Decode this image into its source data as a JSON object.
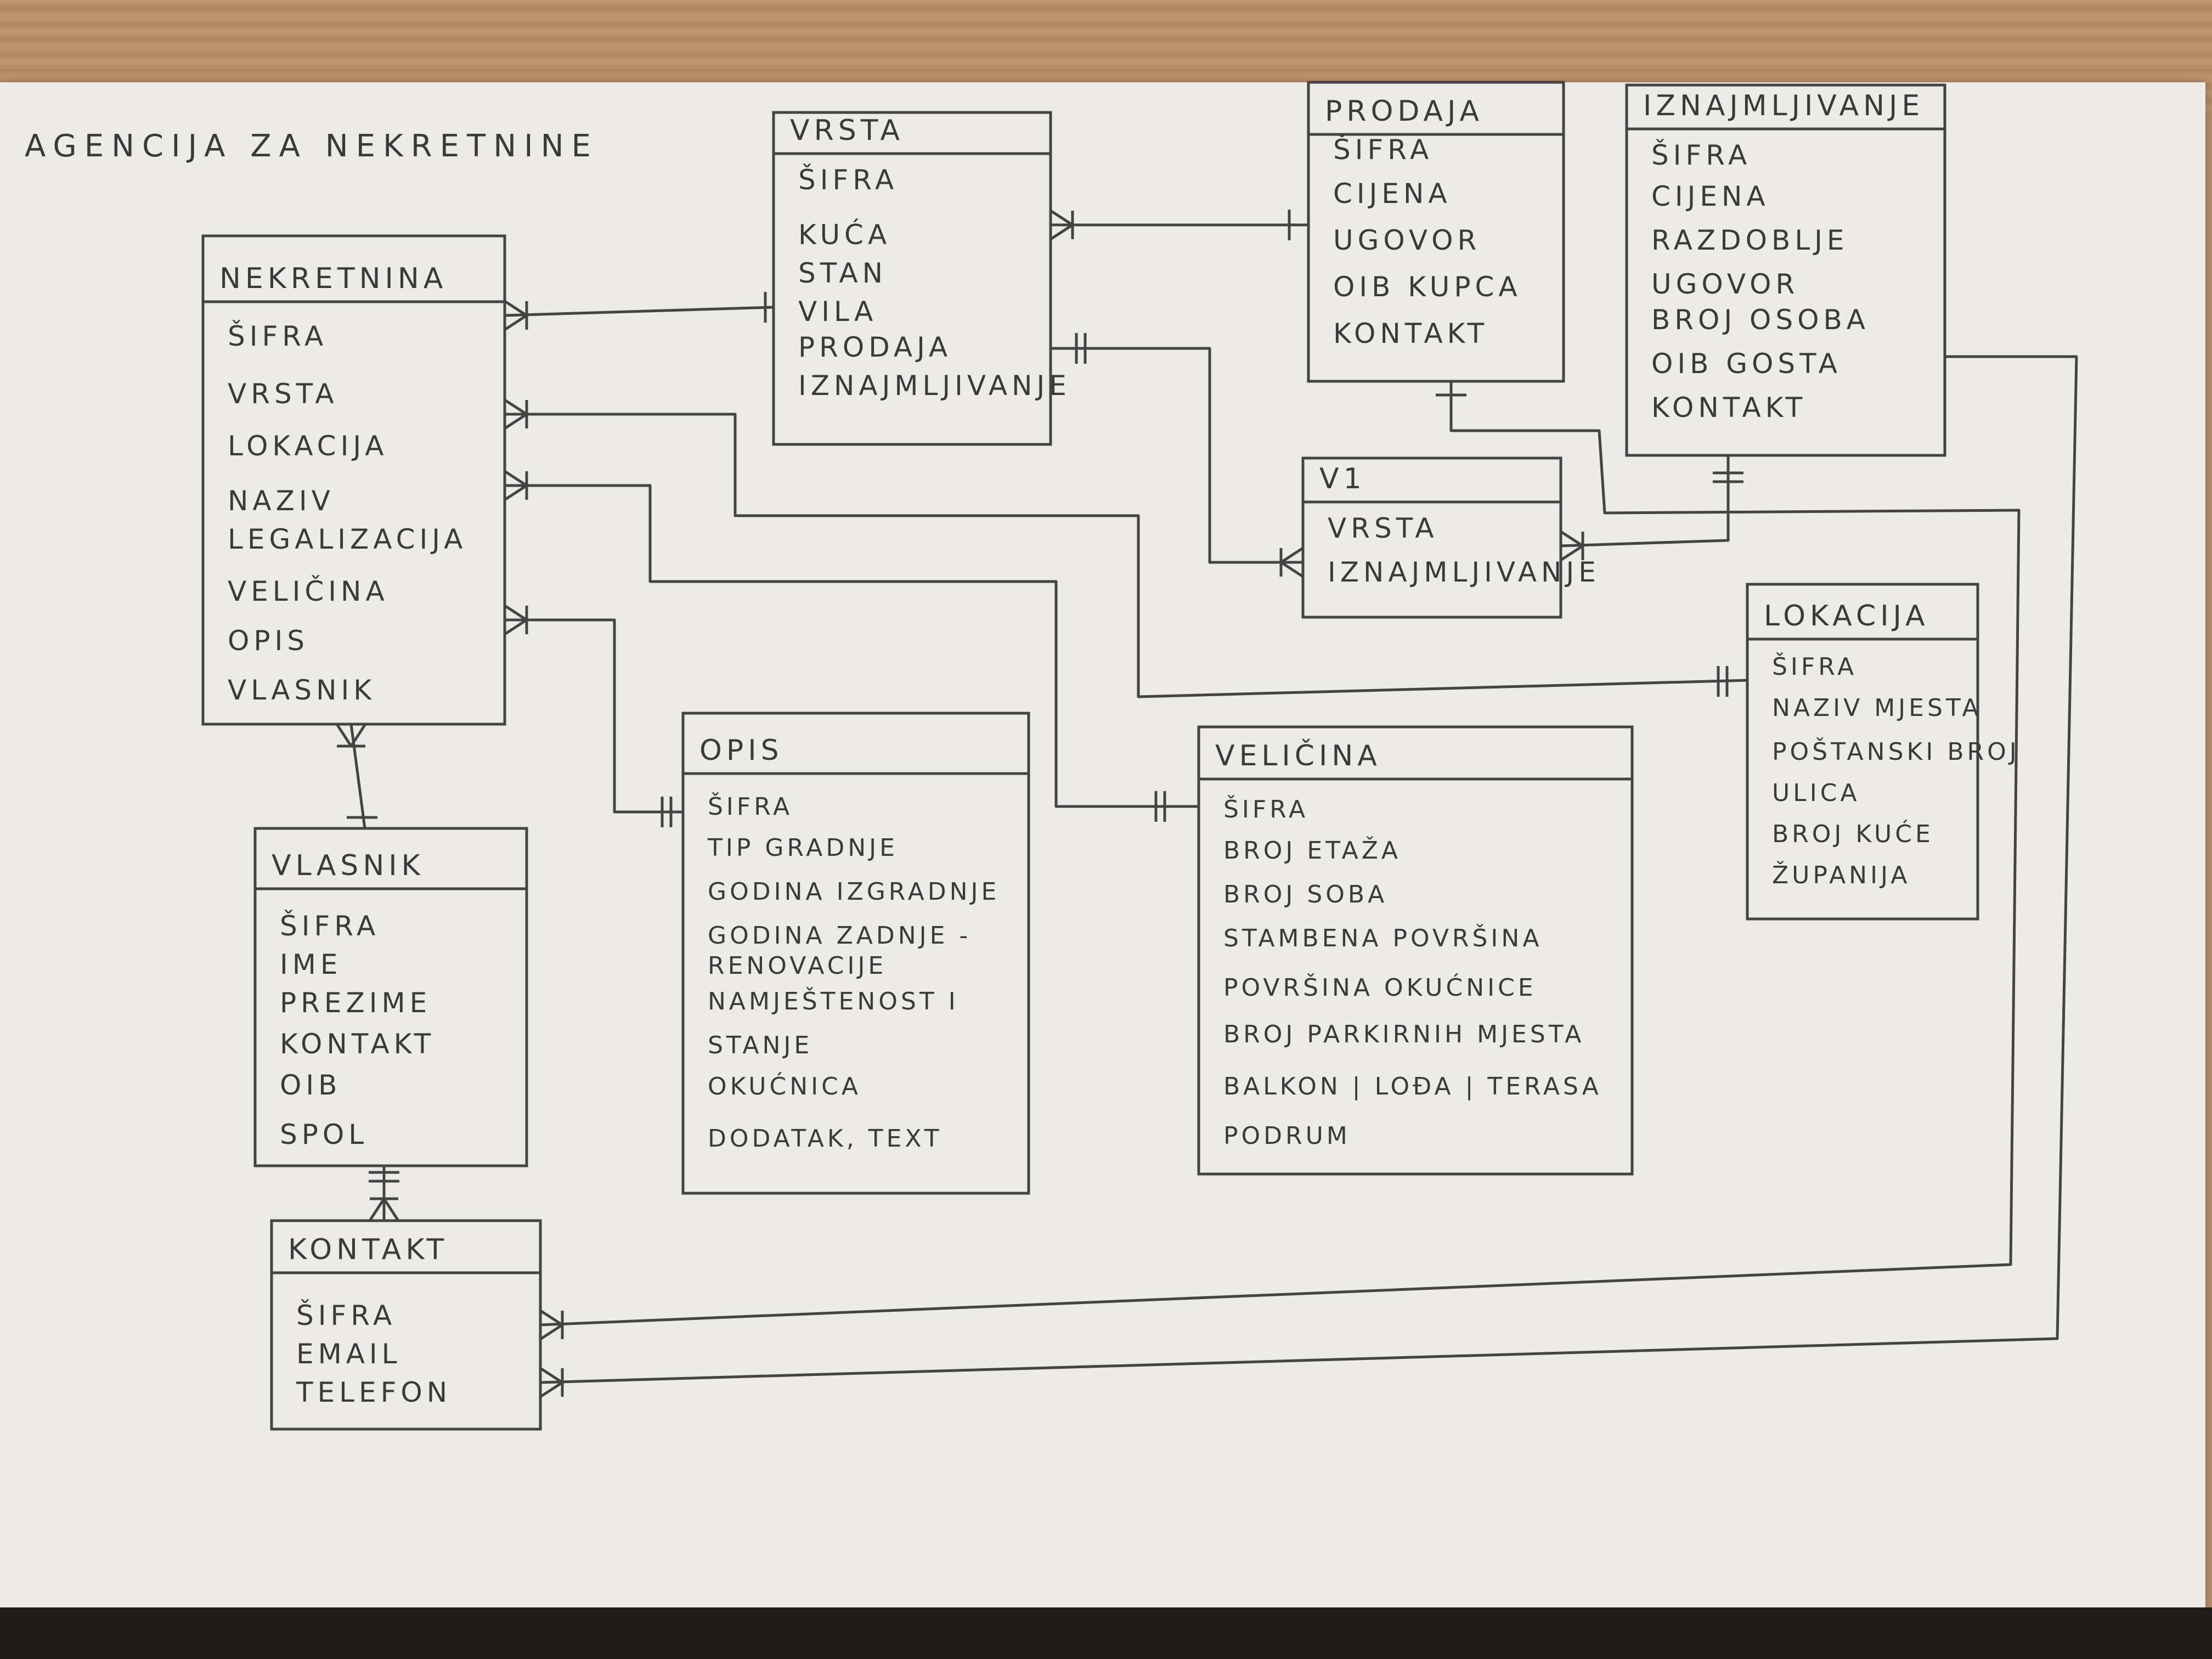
{
  "title": "AGENCIJA ZA NEKRETNINE",
  "entities": {
    "nekretnina": {
      "name": "NEKRETNINA",
      "attributes": [
        "ŠIFRA",
        "VRSTA",
        "LOKACIJA",
        "NAZIV",
        "LEGALIZACIJA",
        "VELIČINA",
        "OPIS",
        "VLASNIK"
      ]
    },
    "vrsta": {
      "name": "VRSTA",
      "attributes": [
        "ŠIFRA",
        "KUĆA",
        "STAN",
        "VILA",
        "PRODAJA",
        "IZNAJMLJIVANJE"
      ]
    },
    "prodaja": {
      "name": "PRODAJA",
      "attributes": [
        "ŠIFRA",
        "CIJENA",
        "UGOVOR",
        "OIB KUPCA",
        "KONTAKT"
      ]
    },
    "iznajmljivanje": {
      "name": "IZNAJMLJIVANJE",
      "attributes": [
        "ŠIFRA",
        "CIJENA",
        "RAZDOBLJE",
        "UGOVOR",
        "BROJ OSOBA",
        "OIB GOSTA",
        "KONTAKT"
      ]
    },
    "v1": {
      "name": "V1",
      "attributes": [
        "VRSTA",
        "IZNAJMLJIVANJE"
      ]
    },
    "lokacija": {
      "name": "LOKACIJA",
      "attributes": [
        "ŠIFRA",
        "NAZIV MJESTA",
        "POŠTANSKI BROJ",
        "ULICA",
        "BROJ KUĆE",
        "ŽUPANIJA"
      ]
    },
    "vlasnik": {
      "name": "VLASNIK",
      "attributes": [
        "ŠIFRA",
        "IME",
        "PREZIME",
        "KONTAKT",
        "OIB",
        "SPOL"
      ]
    },
    "opis": {
      "name": "OPIS",
      "attributes": [
        "ŠIFRA",
        "TIP GRADNJE",
        "GODINA IZGRADNJE",
        "GODINA ZADNJE - RENOVACIJE",
        "NAMJEŠTENOST I",
        "STANJE",
        "OKUĆNICA",
        "DODATAK, TEXT"
      ]
    },
    "velicina": {
      "name": "VELIČINA",
      "attributes": [
        "ŠIFRA",
        "BROJ ETAŽA",
        "BROJ SOBA",
        "STAMBENA POVRŠINA",
        "POVRŠINA OKUĆNICE",
        "BROJ PARKIRNIH MJESTA",
        "BALKON | LOĐA | TERASA",
        "PODRUM"
      ]
    },
    "kontakt": {
      "name": "KONTAKT",
      "attributes": [
        "ŠIFRA",
        "EMAIL",
        "TELEFON"
      ]
    }
  },
  "relationships": [
    {
      "from": "nekretnina",
      "to": "vrsta",
      "from_end": "many",
      "to_end": "one"
    },
    {
      "from": "nekretnina",
      "to": "lokacija",
      "from_end": "many",
      "to_end": "one-mandatory"
    },
    {
      "from": "nekretnina",
      "to": "velicina",
      "from_end": "many",
      "to_end": "one-mandatory"
    },
    {
      "from": "nekretnina",
      "to": "opis",
      "from_end": "many",
      "to_end": "one-mandatory"
    },
    {
      "from": "nekretnina",
      "to": "vlasnik",
      "from_end": "many",
      "to_end": "one"
    },
    {
      "from": "vlasnik",
      "to": "kontakt",
      "from_end": "one-mandatory",
      "to_end": "many"
    },
    {
      "from": "vrsta",
      "to": "prodaja",
      "from_end": "many",
      "to_end": "one"
    },
    {
      "from": "vrsta",
      "to": "v1",
      "from_end": "one-mandatory",
      "to_end": "many"
    },
    {
      "from": "iznajmljivanje",
      "to": "v1",
      "from_end": "one-mandatory",
      "to_end": "many"
    },
    {
      "from": "prodaja",
      "to": "kontakt",
      "from_end": "one",
      "to_end": "many"
    },
    {
      "from": "iznajmljivanje",
      "to": "kontakt",
      "from_end": "one",
      "to_end": "many"
    }
  ]
}
